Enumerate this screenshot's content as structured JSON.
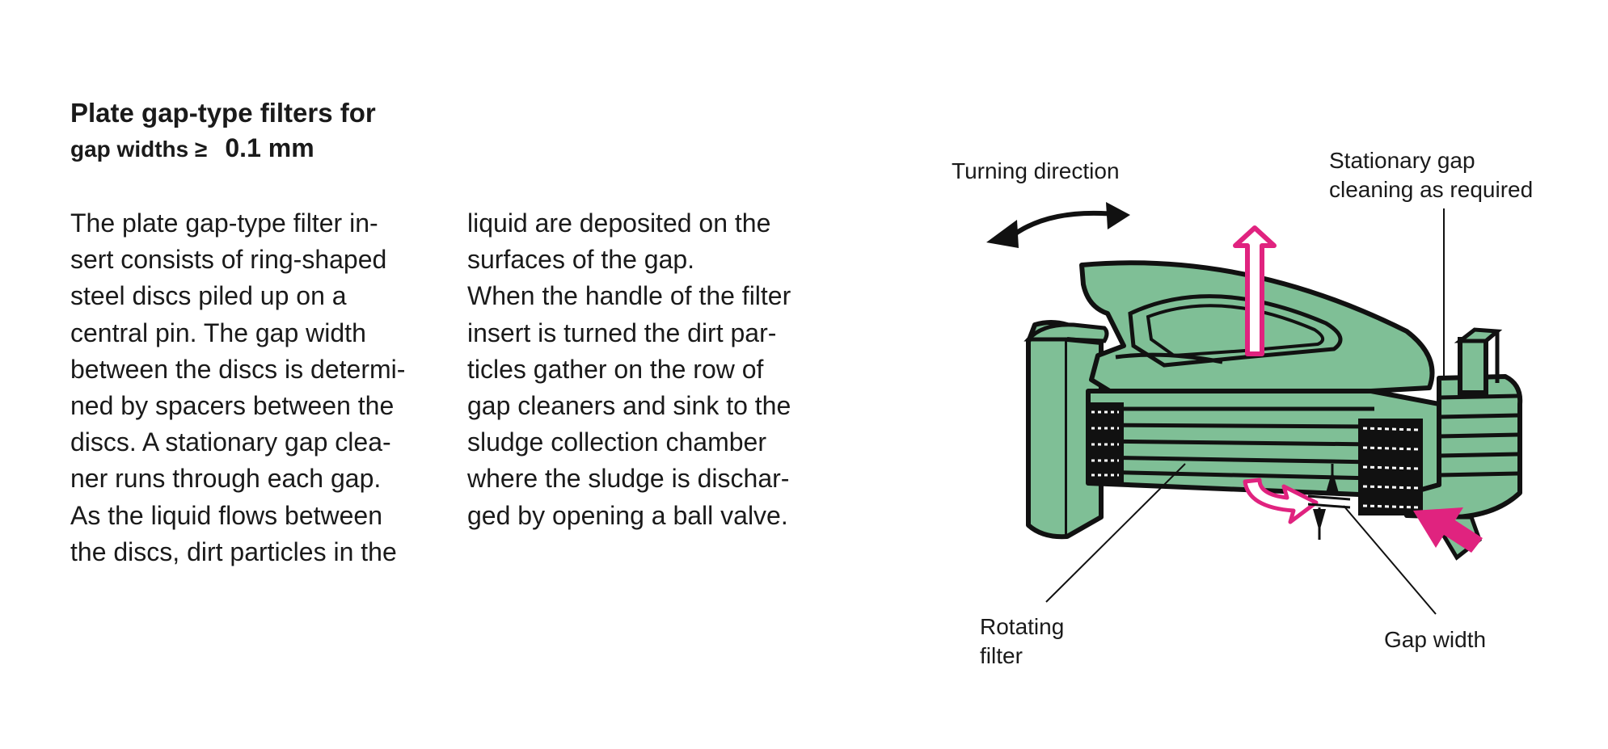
{
  "heading": {
    "line1": "Plate gap-type filters for",
    "line2": "gap widths ≥",
    "value": "0.1 mm"
  },
  "body": {
    "left_lines": [
      "The plate gap-type filter in-",
      "sert consists of ring-shaped",
      "steel discs piled up on a",
      "central pin. The gap width",
      "between the discs is determi-",
      "ned by spacers between the",
      "discs. A stationary gap clea-",
      "ner runs through each gap.",
      "As the liquid flows between",
      "the discs, dirt particles in the"
    ],
    "right_lines": [
      "liquid are deposited on the",
      "surfaces of the gap.",
      "When the handle of the filter",
      "insert is turned the dirt par-",
      "ticles gather on the row of",
      "gap cleaners and sink to the",
      "sludge collection chamber",
      "where the sludge is dischar-",
      "ged by opening a ball valve."
    ]
  },
  "figure": {
    "labels": {
      "turning_direction": "Turning direction",
      "stationary_line1": "Stationary gap",
      "stationary_line2": "cleaning as required",
      "rotating_line1": "Rotating",
      "rotating_line2": "filter",
      "gap_width": "Gap width"
    },
    "colors": {
      "disc_green": "#7fbf96",
      "outline": "#111111",
      "flow_arrow": "#e0237f",
      "text": "#1a1a1a"
    }
  }
}
